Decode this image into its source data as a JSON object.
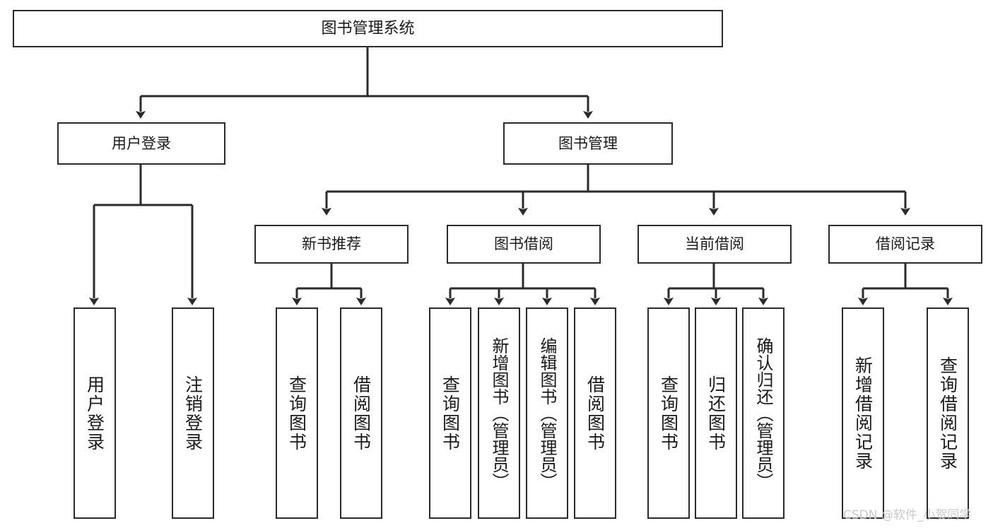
{
  "diagram": {
    "title": "图书管理系统",
    "type": "tree",
    "root": {
      "label": "图书管理系统"
    },
    "level2": [
      {
        "label": "用户登录"
      },
      {
        "label": "图书管理"
      }
    ],
    "level3": [
      {
        "label": "新书推荐"
      },
      {
        "label": "图书借阅"
      },
      {
        "label": "当前借阅"
      },
      {
        "label": "借阅记录"
      }
    ],
    "leaves": {
      "user_login": [
        {
          "label": "用户登录"
        },
        {
          "label": "注销登录"
        }
      ],
      "new_book_recommend": [
        {
          "label": "查询图书"
        },
        {
          "label": "借阅图书"
        }
      ],
      "book_borrow": [
        {
          "label": "查询图书"
        },
        {
          "label": "新增图书（管理员）"
        },
        {
          "label": "编辑图书（管理员）"
        },
        {
          "label": "借阅图书"
        }
      ],
      "current_borrow": [
        {
          "label": "查询图书"
        },
        {
          "label": "归还图书"
        },
        {
          "label": "确认归还（管理员）"
        }
      ],
      "borrow_record": [
        {
          "label": "新增借阅记录"
        },
        {
          "label": "查询借阅记录"
        }
      ]
    }
  },
  "watermark": {
    "text": "CSDN @软件_小贺同学"
  },
  "colors": {
    "stroke": "#2b2b2b",
    "fill": "#ffffff",
    "text": "#1a1a1a",
    "watermark": "#c9c9c9"
  }
}
